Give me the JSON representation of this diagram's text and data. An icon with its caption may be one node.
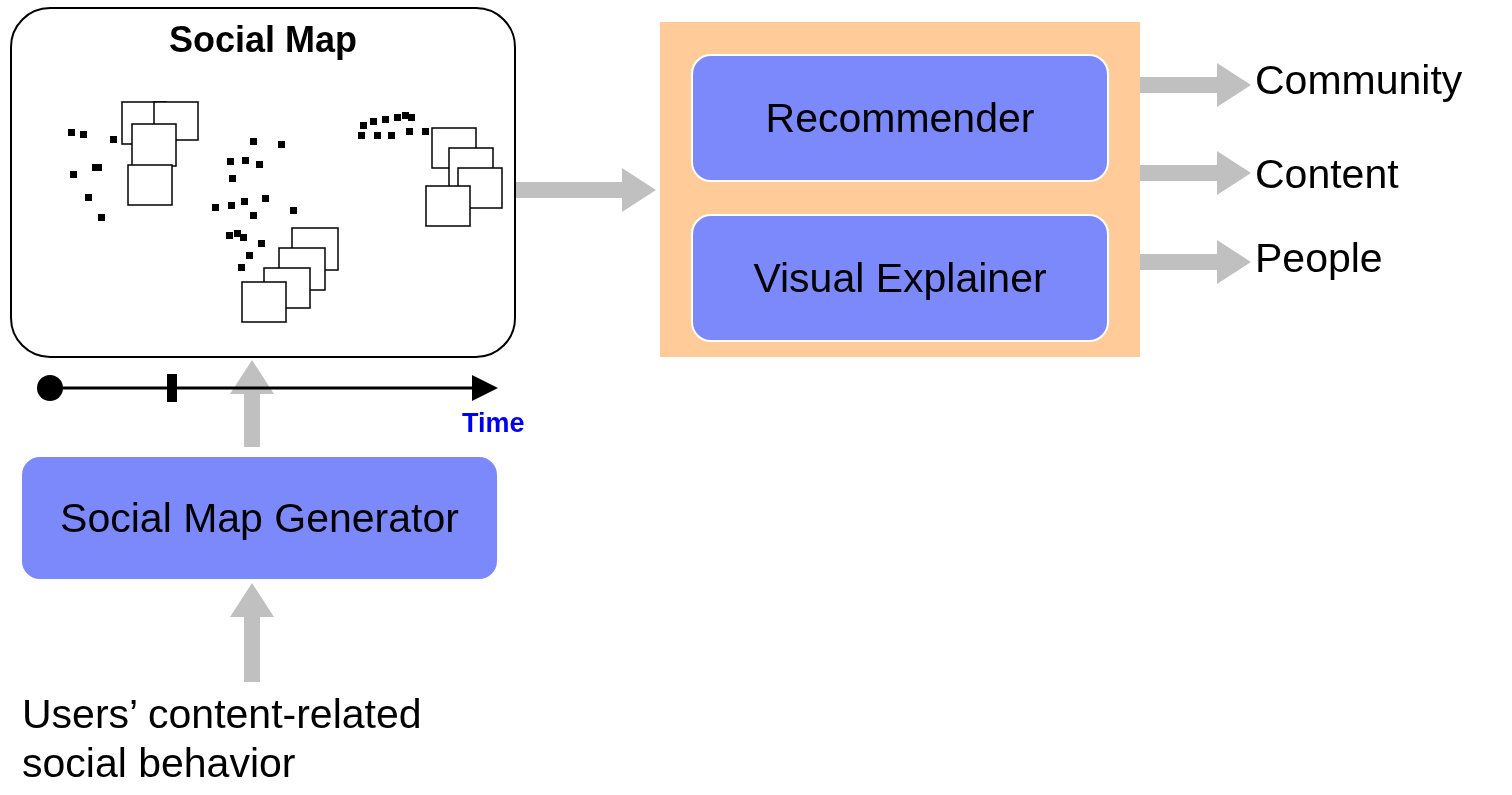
{
  "diagram": {
    "nodes": [
      {
        "text": [
          "Social Map"
        ]
      },
      {
        "text": [],
        "shape": "box"
      },
      {
        "text": [
          "Recommender"
        ],
        "in": 1
      },
      {
        "text": [
          "Visual Explainer"
        ],
        "in": 1
      },
      {
        "text": [
          "Social Map Generator"
        ]
      },
      {
        "text": [
          "Users’ content-related social behavior"
        ]
      },
      {
        "text": [
          "Community"
        ]
      },
      {
        "text": [
          "Content"
        ]
      },
      {
        "text": [
          "People"
        ]
      }
    ],
    "edges": [
      {
        "from": 5,
        "to": 4,
        "arrow": "to"
      },
      {
        "from": 4,
        "to": 0,
        "arrow": "to"
      },
      {
        "from": 0,
        "to": 1,
        "arrow": "to"
      },
      {
        "from": 1,
        "to": 6,
        "arrow": "to"
      },
      {
        "from": 1,
        "to": 7,
        "arrow": "to"
      },
      {
        "from": 1,
        "to": 8,
        "arrow": "to"
      }
    ],
    "labels": [
      "Time"
    ]
  }
}
